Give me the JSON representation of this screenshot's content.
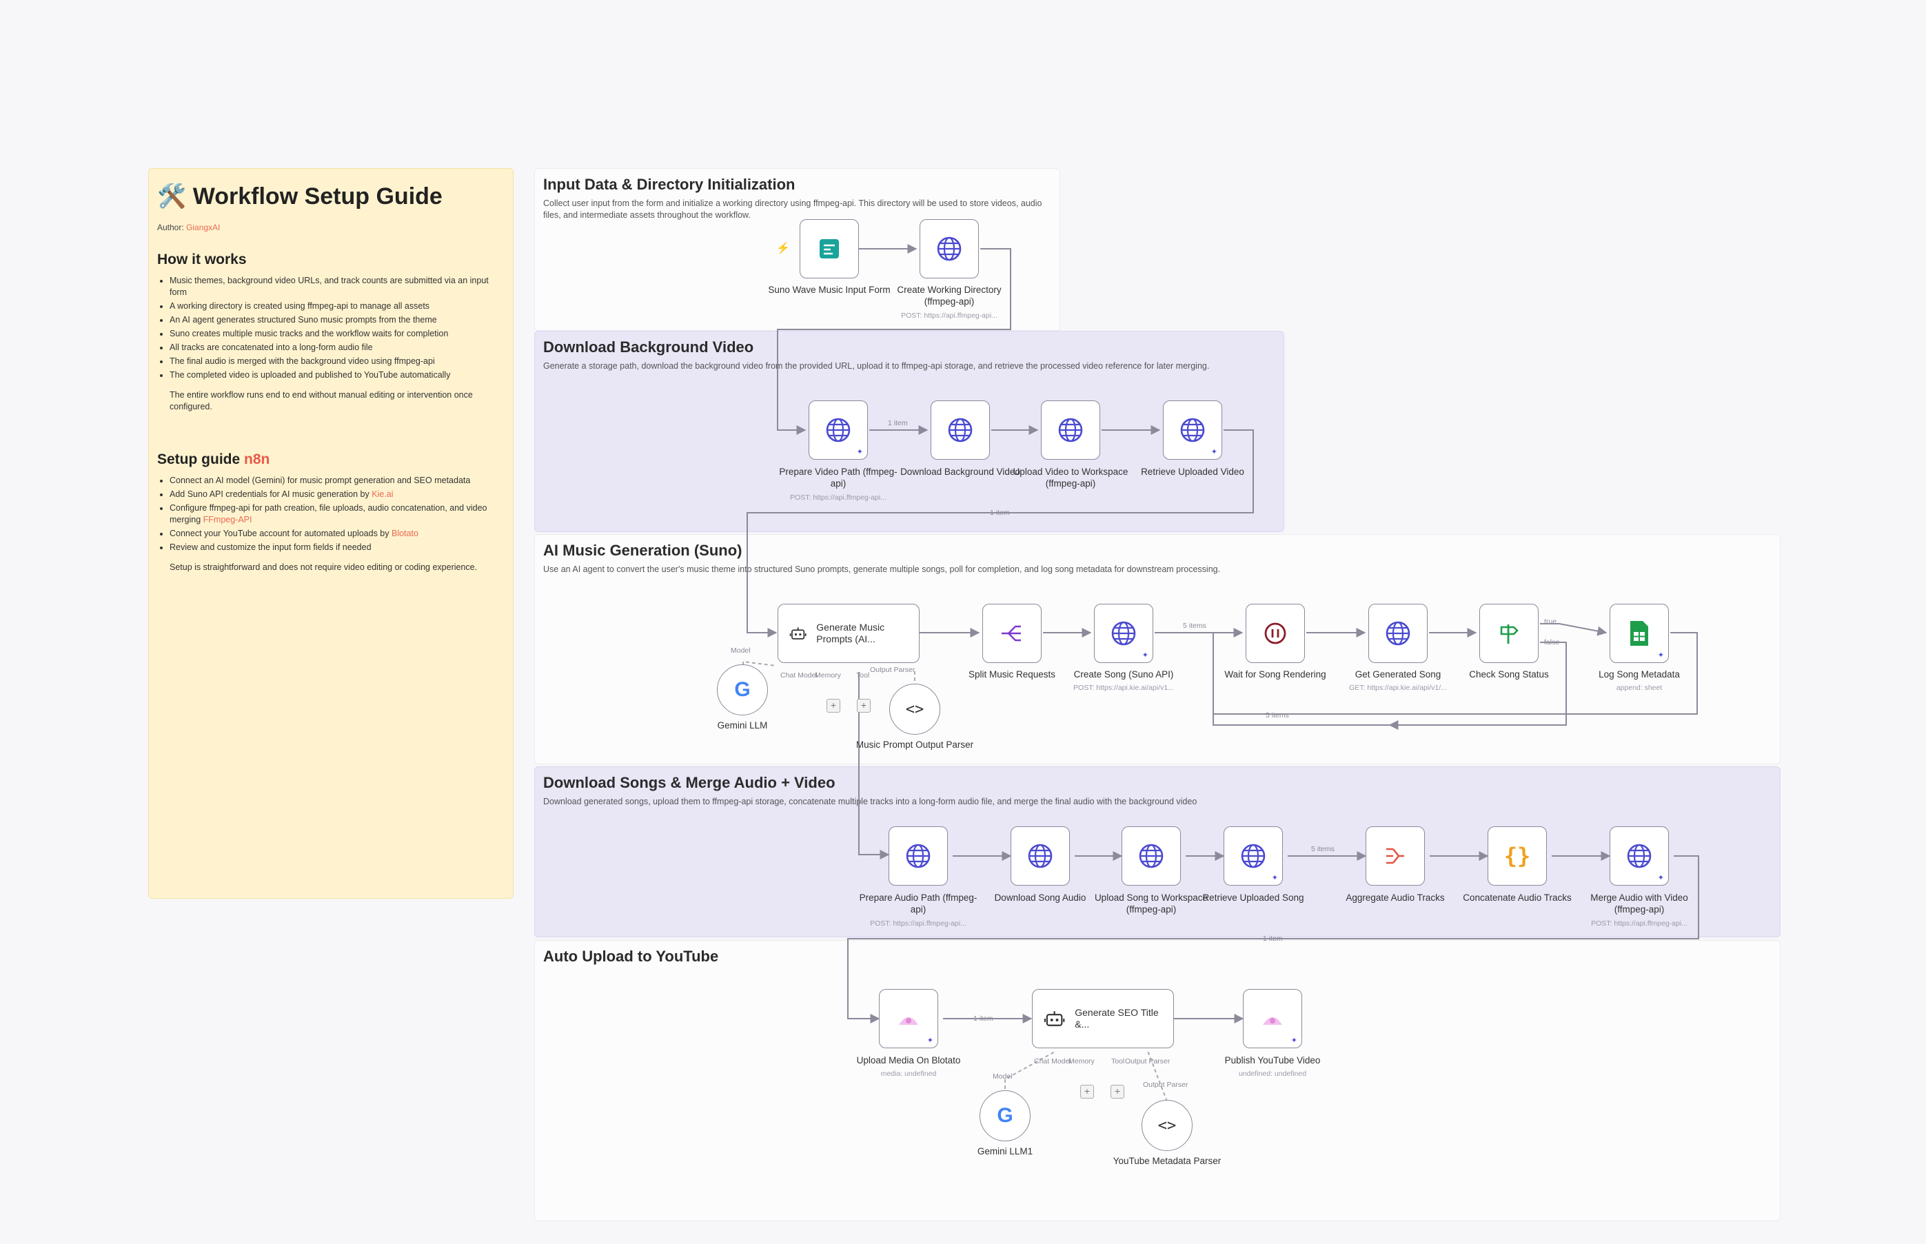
{
  "guide": {
    "title": "🛠️ Workflow Setup Guide",
    "author_label": "Author: ",
    "author_name": "GiangxAI",
    "how_title": "How it works",
    "how_items": [
      "Music themes, background video URLs, and track counts are submitted via an input form",
      "A working directory is created using ffmpeg-api to manage all assets",
      "An AI agent generates structured Suno music prompts from the theme",
      "Suno creates multiple music tracks and the workflow waits for completion",
      "All tracks are concatenated into a long-form audio file",
      "The final audio is merged with the background video using ffmpeg-api",
      "The completed video is uploaded and published to YouTube automatically"
    ],
    "how_note": "The entire workflow runs end to end without manual editing or intervention once configured.",
    "setup_title": "Setup guide ",
    "setup_accent": "n8n",
    "setup_items": [
      {
        "text": "Connect an AI model (Gemini) for music prompt generation and SEO metadata",
        "link": ""
      },
      {
        "text": "Add Suno API credentials for AI music generation by ",
        "link": "Kie.ai"
      },
      {
        "text": "Configure ffmpeg-api for path creation, file uploads, audio concatenation, and video merging ",
        "link": "FFmpeg-API"
      },
      {
        "text": "Connect your YouTube account for automated uploads by ",
        "link": "Blotato"
      },
      {
        "text": "Review and customize the input form fields if needed",
        "link": ""
      }
    ],
    "setup_note": "Setup is straightforward and does not require video editing or coding experience."
  },
  "sections": {
    "s1": {
      "title": "Input Data & Directory Initialization",
      "desc": "Collect user input from the form and initialize a working directory using ffmpeg-api. This directory will be used to store videos, audio files, and intermediate assets throughout the workflow."
    },
    "s2": {
      "title": "Download Background Video",
      "desc": "Generate a storage path, download the background video from the provided URL, upload it to ffmpeg-api storage, and retrieve the processed video reference for later merging."
    },
    "s3": {
      "title": "AI Music Generation (Suno)",
      "desc": "Use an AI agent to convert the user's music theme into structured Suno prompts, generate multiple songs, poll for completion, and log song metadata for downstream processing."
    },
    "s4": {
      "title": "Download Songs & Merge Audio + Video",
      "desc": "Download generated songs, upload them to ffmpeg-api storage, concatenate multiple tracks into a long-form audio file, and merge the final audio with the background video"
    },
    "s5": {
      "title": "Auto Upload to YouTube",
      "desc": ""
    }
  },
  "nodes": {
    "form": {
      "label": "Suno Wave Music Input Form",
      "icon": "form-icon"
    },
    "create_dir": {
      "label": "Create Working Directory (ffmpeg-api)",
      "sub": "POST: https://api.ffmpeg-api...",
      "icon": "globe-icon"
    },
    "prep_video": {
      "label": "Prepare Video Path (ffmpeg-api)",
      "sub": "POST: https://api.ffmpeg-api...",
      "icon": "globe-icon"
    },
    "dl_bg": {
      "label": "Download Background Video",
      "icon": "globe-icon"
    },
    "up_video": {
      "label": "Upload Video to Workspace (ffmpeg-api)",
      "icon": "globe-icon"
    },
    "ret_video": {
      "label": "Retrieve Uploaded Video",
      "icon": "globe-icon"
    },
    "gen_prompts": {
      "label": "Generate Music Prompts (AI...",
      "icon": "robot-icon"
    },
    "split": {
      "label": "Split Music Requests",
      "icon": "split-icon"
    },
    "create_song": {
      "label": "Create Song (Suno API)",
      "sub": "POST: https://api.kie.ai/api/v1...",
      "icon": "globe-icon"
    },
    "wait": {
      "label": "Wait for Song Rendering",
      "icon": "pause-icon"
    },
    "get_song": {
      "label": "Get Generated Song",
      "sub": "GET: https://api.kie.ai/api/v1/...",
      "icon": "globe-icon"
    },
    "check": {
      "label": "Check Song Status",
      "icon": "signpost-icon"
    },
    "log": {
      "label": "Log Song Metadata",
      "sub": "append: sheet",
      "icon": "sheets-icon"
    },
    "gemini1": {
      "label": "Gemini LLM",
      "icon": "google-icon"
    },
    "parser1": {
      "label": "Music Prompt Output Parser",
      "icon": "code-icon"
    },
    "prep_audio": {
      "label": "Prepare Audio Path (ffmpeg-api)",
      "sub": "POST: https://api.ffmpeg-api...",
      "icon": "globe-icon"
    },
    "dl_song": {
      "label": "Download Song Audio",
      "icon": "globe-icon"
    },
    "up_song": {
      "label": "Upload Song to Workspace (ffmpeg-api)",
      "icon": "globe-icon"
    },
    "ret_song": {
      "label": "Retrieve Uploaded Song",
      "icon": "globe-icon"
    },
    "aggregate": {
      "label": "Aggregate Audio Tracks",
      "icon": "aggregate-icon"
    },
    "concat": {
      "label": "Concatenate Audio Tracks",
      "icon": "braces-icon"
    },
    "merge": {
      "label": "Merge Audio with Video (ffmpeg-api)",
      "sub": "POST: https://api.ffmpeg-api...",
      "icon": "globe-icon"
    },
    "up_blotato": {
      "label": "Upload Media On Blotato",
      "sub": "media: undefined",
      "icon": "blotato-icon"
    },
    "gen_seo": {
      "label": "Generate SEO Title &...",
      "icon": "robot-icon"
    },
    "publish": {
      "label": "Publish YouTube Video",
      "sub": "undefined: undefined",
      "icon": "blotato-icon"
    },
    "gemini2": {
      "label": "Gemini LLM1",
      "icon": "google-icon"
    },
    "parser2": {
      "label": "YouTube Metadata Parser",
      "icon": "code-icon"
    }
  },
  "ports": {
    "model": "Model",
    "chat_model": "Chat Model",
    "memory": "Memory",
    "tool": "Tool",
    "output_parser": "Output Parser"
  },
  "edges": {
    "one_item": "1 item",
    "five_items": "5 items",
    "true": "true",
    "false": "false"
  },
  "colors": {
    "accent": "#ea5a4a",
    "globe": "#4a4ad0",
    "sheets": "#1e9e4a",
    "form": "#1aa39a",
    "pause": "#8a1c2a",
    "signpost": "#1e9e4a",
    "aggregate": "#e5533d",
    "braces": "#f0a020",
    "split": "#7a3ad0",
    "blotato": "#e08ad8"
  }
}
